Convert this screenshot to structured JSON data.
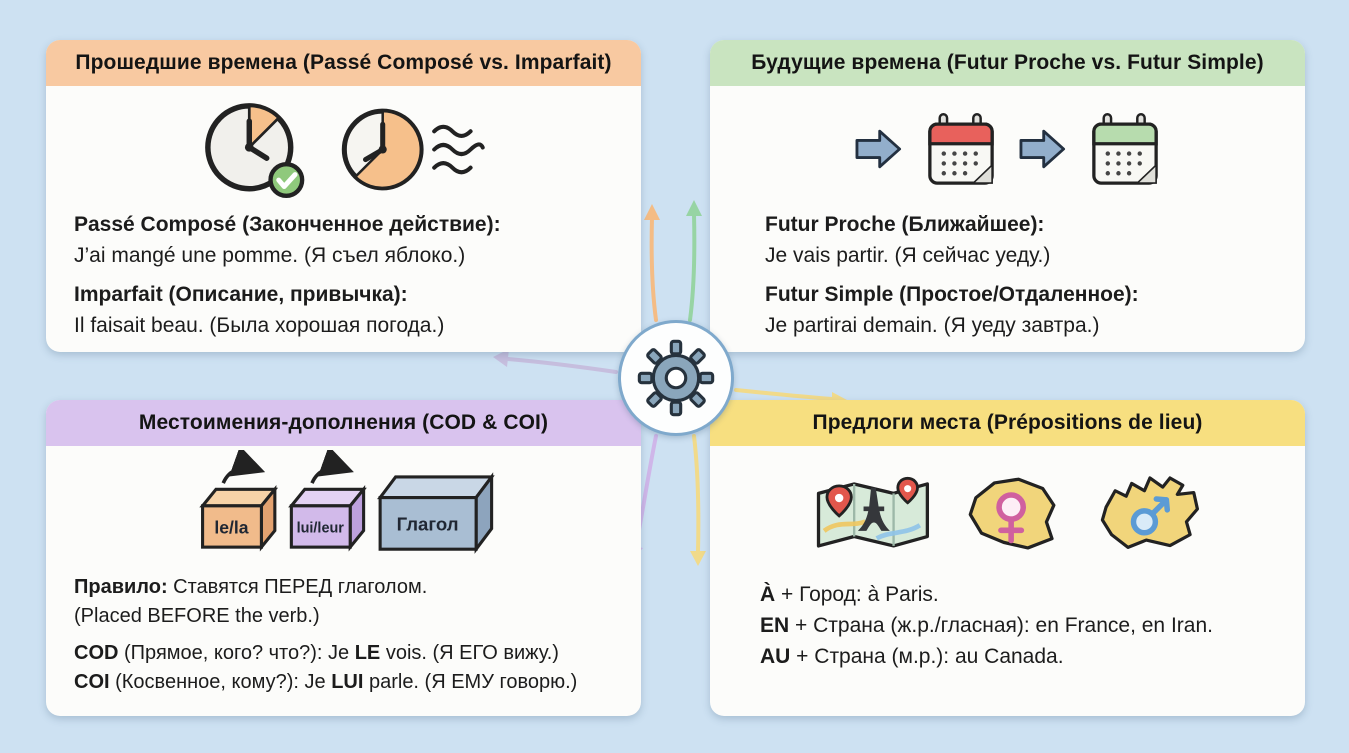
{
  "colors": {
    "background": "#cde1f2",
    "card_bg": "#fcfcfa",
    "header_past": "#f8c9a1",
    "header_future": "#c9e4c0",
    "header_pronouns": "#d9c3ee",
    "header_prepositions": "#f7df80",
    "arrow_orange": "#f4bc85",
    "arrow_green": "#97d4a4",
    "arrow_purple": "#cfb6e9",
    "arrow_yellow": "#f1da8a",
    "arrow_lavender": "#c6bede",
    "gear": "#8aa6bb",
    "calendar_near_header": "#e8615c",
    "calendar_far_header": "#b7dcae",
    "pin_red": "#e2574c",
    "female_pink": "#d0609f",
    "male_blue": "#5b9bd5"
  },
  "icons": {
    "gear": "gear-icon",
    "clock_finished": "clock-check-icon",
    "clock_ongoing": "clock-wind-icon",
    "arrow_right": "thick-arrow-right-icon",
    "calendar_near": "calendar-red-icon",
    "calendar_far": "calendar-green-icon",
    "cod_box": "cod-box-icon",
    "coi_box": "coi-box-icon",
    "verb_box": "verb-box-icon",
    "paris_map": "paris-map-icon",
    "feminine_country": "feminine-country-icon",
    "masculine_country": "canada-country-icon"
  },
  "cards": {
    "past": {
      "title": "Прошедшие времена (Passé Composé vs. Imparfait)",
      "b1_title": "Passé Composé (Законченное действие):",
      "b1_example": "J’ai mangé une pomme. (Я съел яблоко.)",
      "b2_title": "Imparfait (Описание, привычка):",
      "b2_example": "Il faisait beau. (Была хорошая погода.)"
    },
    "future": {
      "title": "Будущие времена (Futur Proche vs. Futur Simple)",
      "b1_title": "Futur Proche (Ближайшее):",
      "b1_example": "Je vais partir. (Я сейчас уеду.)",
      "b2_title": "Futur Simple (Простое/Отдаленное):",
      "b2_example": "Je partirai demain. (Я уеду завтра.)"
    },
    "pronouns": {
      "title": "Местоимения-дополнения (COD & COI)",
      "box_cod": "le/la",
      "box_coi": "lui/leur",
      "box_verb": "Глагол",
      "rule_label": "Правило:",
      "rule_text": " Ставятся ПЕРЕД глаголом.",
      "rule_en": "(Placed BEFORE the verb.)",
      "cod_label": "COD",
      "cod_mid": " (Прямое, кого? что?): Je ",
      "cod_pron": "LE",
      "cod_end": " vois. (Я ЕГО вижу.)",
      "coi_label": "COI",
      "coi_mid": " (Косвенное, кому?): Je ",
      "coi_pron": "LUI",
      "coi_end": " parle. (Я ЕМУ говорю.)"
    },
    "prepositions": {
      "title": "Предлоги места (Prépositions de lieu)",
      "r1_label": "À",
      "r1_text": " + Город: à Paris.",
      "r2_label": "EN",
      "r2_text": " + Страна (ж.р./гласная): en France, en Iran.",
      "r3_label": "AU",
      "r3_text": " + Страна (м.р.): au Canada."
    }
  }
}
